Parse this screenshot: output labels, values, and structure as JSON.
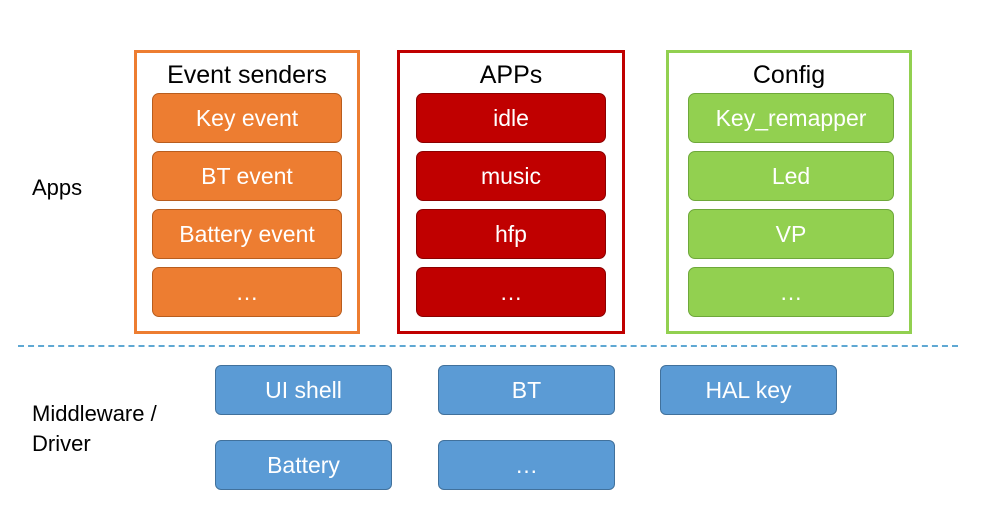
{
  "layers": {
    "apps_label": "Apps",
    "middleware_label_line1": "Middleware /",
    "middleware_label_line2": "Driver"
  },
  "groups": {
    "event_senders": {
      "title": "Event senders",
      "border_color": "#ED7D31",
      "items": [
        "Key event",
        "BT event",
        "Battery event",
        "…"
      ]
    },
    "apps": {
      "title": "APPs",
      "border_color": "#C00000",
      "items": [
        "idle",
        "music",
        "hfp",
        "…"
      ]
    },
    "config": {
      "title": "Config",
      "border_color": "#92D050",
      "items": [
        "Key_remapper",
        "Led",
        "VP",
        "…"
      ]
    }
  },
  "middleware": {
    "items": [
      "UI shell",
      "BT",
      "HAL key",
      "Battery",
      "…"
    ],
    "color": "#5B9BD5"
  },
  "divider": {
    "style": "dashed",
    "color": "#5FA8D3"
  }
}
